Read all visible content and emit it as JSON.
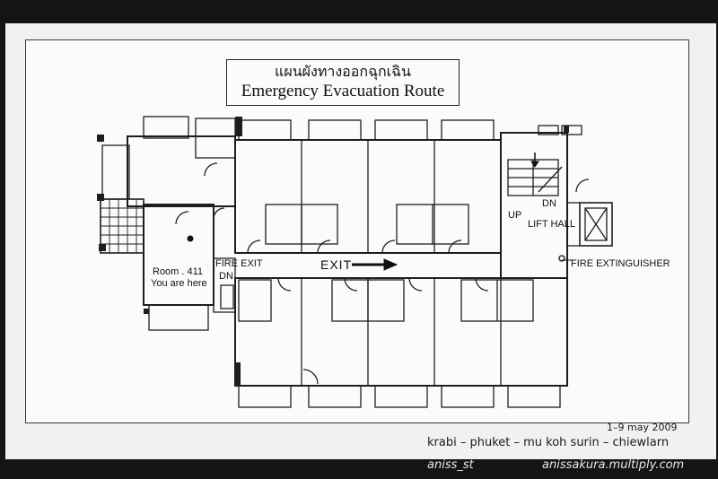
{
  "sign": {
    "title_thai": "แผนผังทางออกฉุกเฉิน",
    "title_en": "Emergency Evacuation Route"
  },
  "labels": {
    "fire_exit": "FIRE EXIT",
    "dn_left": "DN",
    "room": "Room .  411",
    "you_are_here": "You are here",
    "exit": "EXIT",
    "up": "UP",
    "dn_right": "DN",
    "lift_hall": "LIFT HALL",
    "fire_extinguisher": "FIRE EXTINGUISHER"
  },
  "credits": {
    "date": "1–9 may 2009",
    "route": "krabi – phuket – mu koh surin – chiewlarn",
    "user": "aniss_st",
    "site": "anissakura.multiply.com"
  },
  "colors": {
    "line": "#1e1e1e",
    "sheet": "#fbfbfa",
    "frame": "#141414"
  }
}
